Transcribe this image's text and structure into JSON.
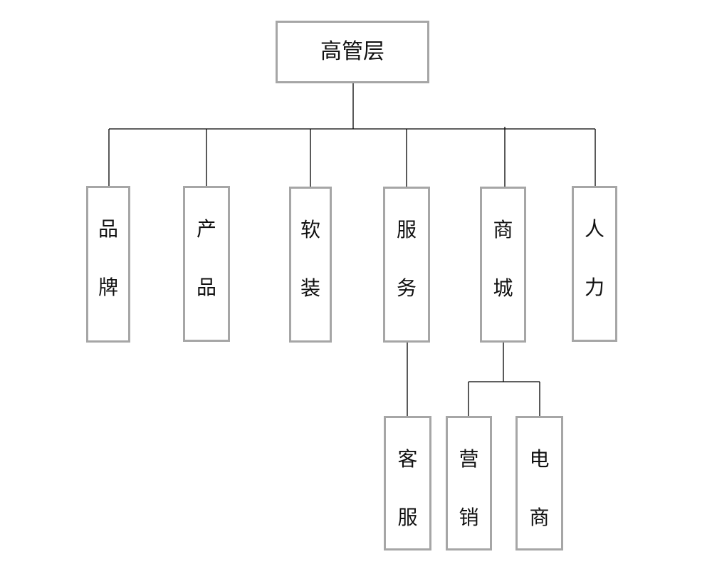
{
  "diagram": {
    "root": "高管层",
    "departments": [
      {
        "id": "brand",
        "c1": "品",
        "c2": "牌"
      },
      {
        "id": "product",
        "c1": "产",
        "c2": "品"
      },
      {
        "id": "decor",
        "c1": "软",
        "c2": "装"
      },
      {
        "id": "service",
        "c1": "服",
        "c2": "务"
      },
      {
        "id": "mall",
        "c1": "商",
        "c2": "城"
      },
      {
        "id": "hr",
        "c1": "人",
        "c2": "力"
      }
    ],
    "sub_units": [
      {
        "id": "customer-service",
        "parent": "service",
        "c1": "客",
        "c2": "服"
      },
      {
        "id": "marketing",
        "parent": "mall",
        "c1": "营",
        "c2": "销"
      },
      {
        "id": "ecommerce",
        "parent": "mall",
        "c1": "电",
        "c2": "商"
      }
    ],
    "colors": {
      "box_border": "#a6a6a6",
      "connector": "#000000",
      "text": "#111111"
    }
  }
}
